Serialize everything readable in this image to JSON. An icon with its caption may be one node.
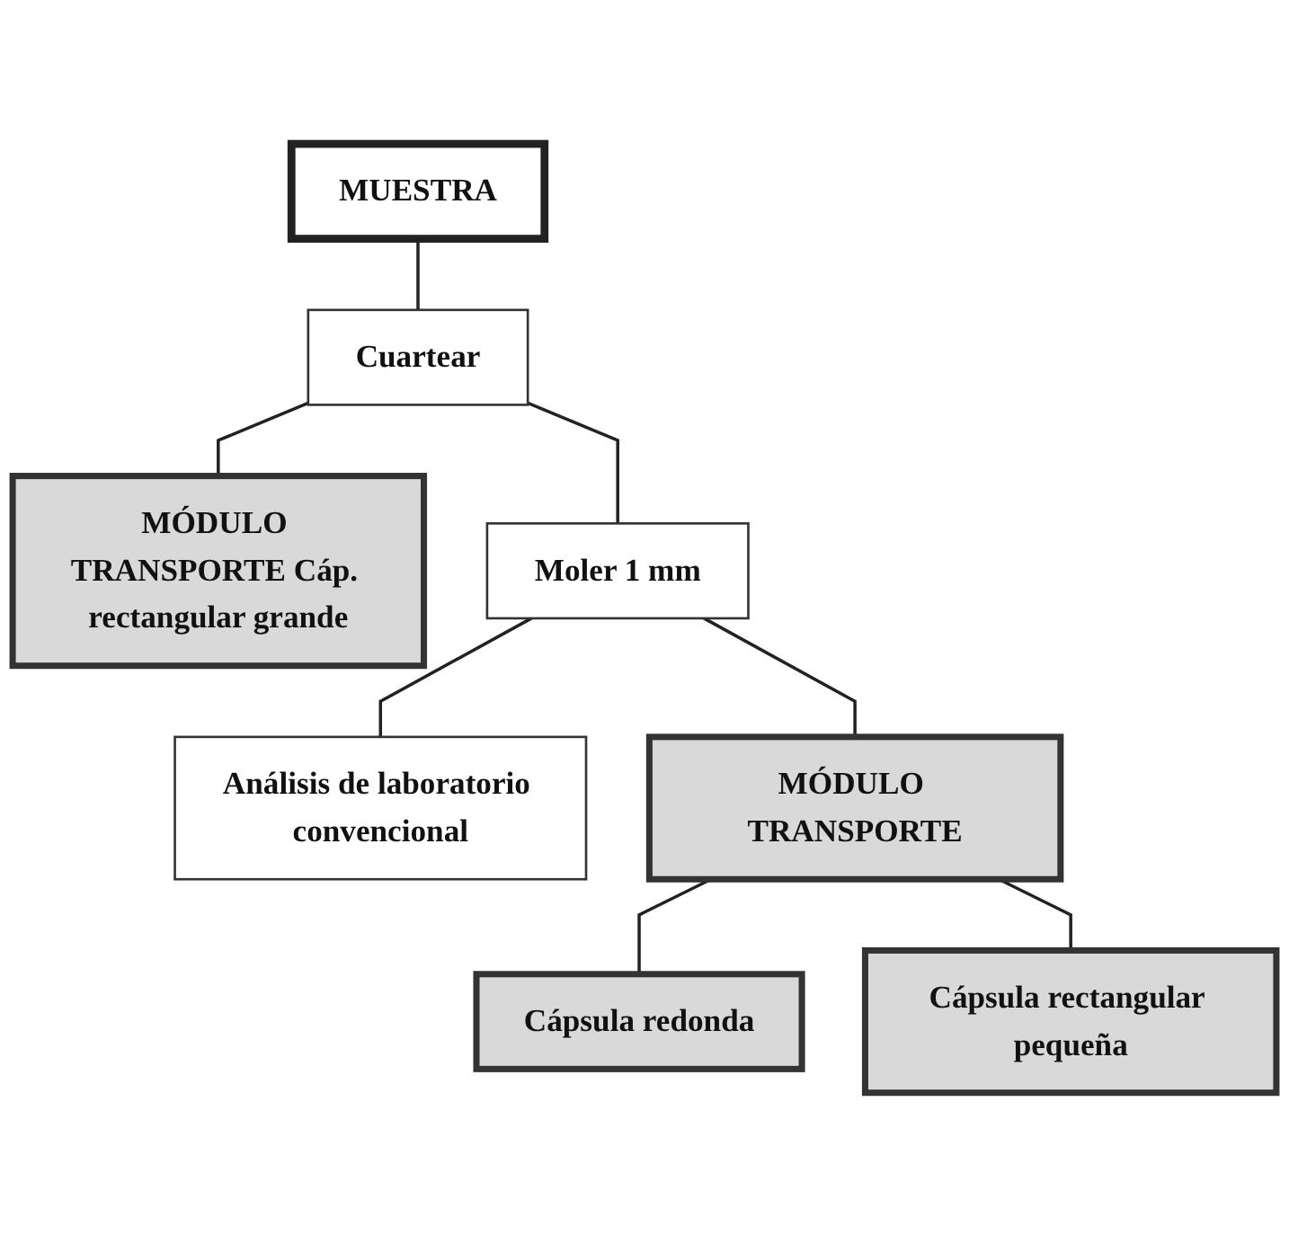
{
  "diagram": {
    "nodes": [
      {
        "text": [
          "MUESTRA"
        ]
      },
      {
        "text": [
          "Cuartear"
        ]
      },
      {
        "text": [
          "MÓDULO TRANSPORTE Cáp. rectangular grande"
        ]
      },
      {
        "text": [
          "Moler 1 mm"
        ]
      },
      {
        "text": [
          "Análisis de laboratorio convencional"
        ]
      },
      {
        "text": [
          "MÓDULO TRANSPORTE"
        ]
      },
      {
        "text": [
          "Cápsula redonda"
        ]
      },
      {
        "text": [
          "Cápsula rectangular pequeña"
        ]
      }
    ],
    "edges": [
      {
        "from": 0,
        "to": 1,
        "arrow": "none"
      },
      {
        "from": 1,
        "to": 2,
        "arrow": "none"
      },
      {
        "from": 1,
        "to": 3,
        "arrow": "none"
      },
      {
        "from": 3,
        "to": 4,
        "arrow": "none"
      },
      {
        "from": 3,
        "to": 5,
        "arrow": "none"
      },
      {
        "from": 5,
        "to": 6,
        "arrow": "none"
      },
      {
        "from": 5,
        "to": 7,
        "arrow": "none"
      }
    ]
  }
}
